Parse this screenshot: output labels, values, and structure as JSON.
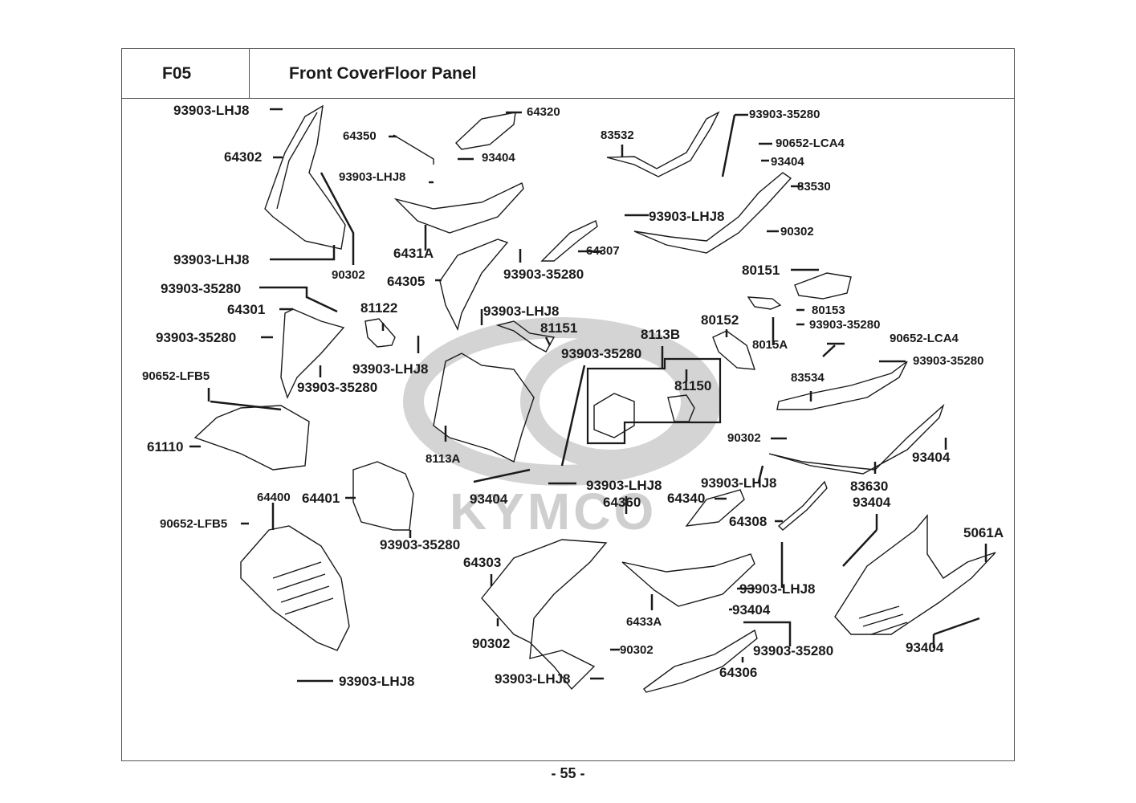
{
  "header": {
    "section_code": "F05",
    "title": "Front CoverFloor Panel"
  },
  "watermark": {
    "brand": "KYMCO"
  },
  "footer": {
    "page_number": "- 55 -"
  },
  "colors": {
    "line": "#1a1a1a",
    "border": "#555555",
    "watermark": "#cfcfcf"
  },
  "callouts": [
    {
      "id": "c1",
      "part": "93903-LHJ8"
    },
    {
      "id": "c2",
      "part": "64302"
    },
    {
      "id": "c3",
      "part": "93903-LHJ8"
    },
    {
      "id": "c4",
      "part": "90302"
    },
    {
      "id": "c5",
      "part": "64350"
    },
    {
      "id": "c6",
      "part": "64320"
    },
    {
      "id": "c7",
      "part": "93404"
    },
    {
      "id": "c8",
      "part": "93903-LHJ8"
    },
    {
      "id": "c9",
      "part": "6431A"
    },
    {
      "id": "c10",
      "part": "64305"
    },
    {
      "id": "c11",
      "part": "64307"
    },
    {
      "id": "c12",
      "part": "93903-35280"
    },
    {
      "id": "c13",
      "part": "83532"
    },
    {
      "id": "c14",
      "part": "93903-35280"
    },
    {
      "id": "c15",
      "part": "90652-LCA4"
    },
    {
      "id": "c16",
      "part": "93404"
    },
    {
      "id": "c17",
      "part": "83530"
    },
    {
      "id": "c18",
      "part": "93903-LHJ8"
    },
    {
      "id": "c19",
      "part": "90302"
    },
    {
      "id": "c20",
      "part": "80151"
    },
    {
      "id": "c21",
      "part": "93903-35280"
    },
    {
      "id": "c22",
      "part": "64301"
    },
    {
      "id": "c23",
      "part": "93903-35280"
    },
    {
      "id": "c24",
      "part": "81122"
    },
    {
      "id": "c25",
      "part": "93903-LHJ8"
    },
    {
      "id": "c26",
      "part": "93903-35280"
    },
    {
      "id": "c27",
      "part": "90652-LFB5"
    },
    {
      "id": "c28",
      "part": "61110"
    },
    {
      "id": "c29",
      "part": "93903-LHJ8"
    },
    {
      "id": "c30",
      "part": "81151"
    },
    {
      "id": "c31",
      "part": "8113B"
    },
    {
      "id": "c32",
      "part": "93903-35280"
    },
    {
      "id": "c33",
      "part": "81150"
    },
    {
      "id": "c34",
      "part": "8113A"
    },
    {
      "id": "c35",
      "part": "93404"
    },
    {
      "id": "c36",
      "part": "93903-LHJ8"
    },
    {
      "id": "c37",
      "part": "80152"
    },
    {
      "id": "c38",
      "part": "8015A"
    },
    {
      "id": "c39",
      "part": "80153"
    },
    {
      "id": "c40",
      "part": "93903-35280"
    },
    {
      "id": "c41",
      "part": "90652-LCA4"
    },
    {
      "id": "c42",
      "part": "93903-35280"
    },
    {
      "id": "c43",
      "part": "83534"
    },
    {
      "id": "c44",
      "part": "90302"
    },
    {
      "id": "c45",
      "part": "93404"
    },
    {
      "id": "c46",
      "part": "83630"
    },
    {
      "id": "c47",
      "part": "93903-LHJ8"
    },
    {
      "id": "c48",
      "part": "64400"
    },
    {
      "id": "c49",
      "part": "64401"
    },
    {
      "id": "c50",
      "part": "90652-LFB5"
    },
    {
      "id": "c51",
      "part": "93903-35280"
    },
    {
      "id": "c52",
      "part": "93903-LHJ8"
    },
    {
      "id": "c53",
      "part": "64360"
    },
    {
      "id": "c54",
      "part": "64340"
    },
    {
      "id": "c55",
      "part": "64308"
    },
    {
      "id": "c56",
      "part": "64303"
    },
    {
      "id": "c57",
      "part": "90302"
    },
    {
      "id": "c58",
      "part": "90302"
    },
    {
      "id": "c59",
      "part": "93903-LHJ8"
    },
    {
      "id": "c60",
      "part": "6433A"
    },
    {
      "id": "c61",
      "part": "93903-LHJ8"
    },
    {
      "id": "c62",
      "part": "93404"
    },
    {
      "id": "c63",
      "part": "93903-35280"
    },
    {
      "id": "c64",
      "part": "64306"
    },
    {
      "id": "c65",
      "part": "93404"
    },
    {
      "id": "c66",
      "part": "5061A"
    },
    {
      "id": "c67",
      "part": "93404"
    }
  ]
}
